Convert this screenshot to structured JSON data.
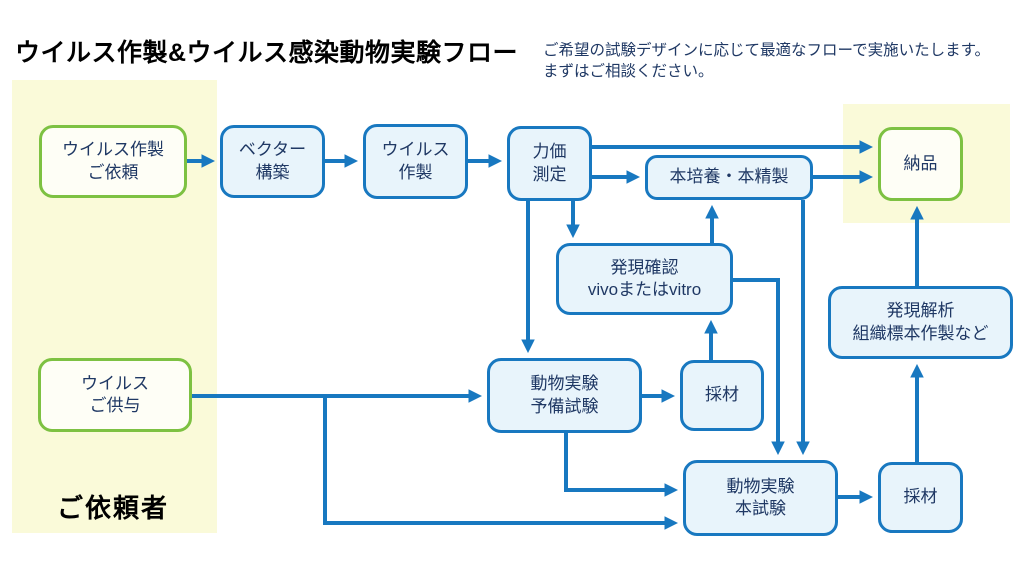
{
  "title": "ウイルス作製&ウイルス感染動物実験フロー",
  "intro": {
    "line1": "ご希望の試験デザインに応じて最適なフローで実施いたします。",
    "line2": "まずはご相談ください。"
  },
  "client_area_label": "ご依頼者",
  "colors": {
    "arrow_blue": "#1878C0",
    "process_box_border": "#1878C0",
    "process_box_fill": "#E8F4FB",
    "client_box_border": "#7DC142",
    "client_box_fill": "#FEFEF6",
    "client_area_background": "#FAFAD9",
    "box_text": "#1F3864",
    "title_text": "#000000"
  },
  "nodes": {
    "virus_request": {
      "label": "ウイルス作製\nご依頼"
    },
    "vector_construction": {
      "label": "ベクター\n構築"
    },
    "virus_production": {
      "label": "ウイルス\n作製"
    },
    "titer_measurement": {
      "label": "力価\n測定"
    },
    "main_culture": {
      "label": "本培養・本精製"
    },
    "delivery": {
      "label": "納品"
    },
    "expression_check": {
      "label": "発現確認\nvivoまたはvitro"
    },
    "animal_prelim": {
      "label": "動物実験\n予備試験"
    },
    "sampling_1": {
      "label": "採材"
    },
    "expression_analysis": {
      "label": "発現解析\n組織標本作製など"
    },
    "animal_main": {
      "label": "動物実験\n本試験"
    },
    "sampling_2": {
      "label": "採材"
    },
    "virus_supply": {
      "label": "ウイルス\nご供与"
    }
  },
  "edges": [
    {
      "from": "virus_request",
      "to": "vector_construction"
    },
    {
      "from": "vector_construction",
      "to": "virus_production"
    },
    {
      "from": "virus_production",
      "to": "titer_measurement"
    },
    {
      "from": "titer_measurement",
      "to": "delivery"
    },
    {
      "from": "titer_measurement",
      "to": "main_culture"
    },
    {
      "from": "main_culture",
      "to": "delivery"
    },
    {
      "from": "titer_measurement",
      "to": "expression_check"
    },
    {
      "from": "titer_measurement",
      "to": "animal_prelim"
    },
    {
      "from": "expression_check",
      "to": "main_culture"
    },
    {
      "from": "sampling_1",
      "to": "expression_check"
    },
    {
      "from": "expression_check",
      "to": "animal_main"
    },
    {
      "from": "main_culture",
      "to": "animal_main"
    },
    {
      "from": "animal_prelim",
      "to": "sampling_1"
    },
    {
      "from": "animal_prelim",
      "to": "animal_main"
    },
    {
      "from": "virus_supply",
      "to": "animal_prelim"
    },
    {
      "from": "virus_supply",
      "to": "animal_main"
    },
    {
      "from": "animal_main",
      "to": "sampling_2"
    },
    {
      "from": "sampling_2",
      "to": "expression_analysis"
    },
    {
      "from": "expression_analysis",
      "to": "delivery"
    }
  ]
}
